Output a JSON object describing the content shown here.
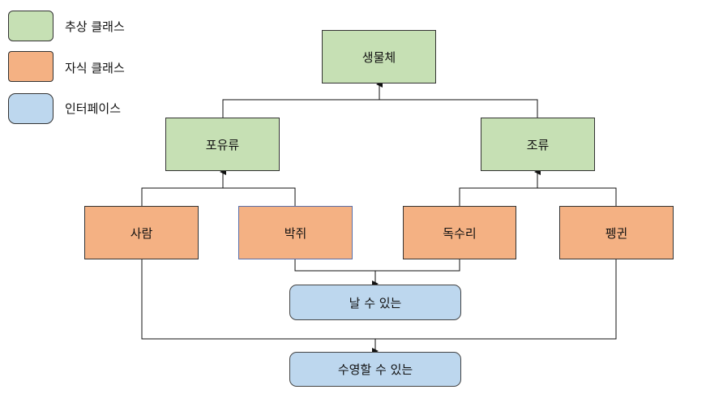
{
  "legend": {
    "abstract": {
      "label": "추상 클래스",
      "color": "#c6e0b4"
    },
    "child": {
      "label": "자식 클래스",
      "color": "#f4b183"
    },
    "interface": {
      "label": "인터페이스",
      "color": "#bdd7ee"
    }
  },
  "nodes": {
    "organism": "생물체",
    "mammal": "포유류",
    "bird": "조류",
    "human": "사람",
    "bat": "박쥐",
    "eagle": "독수리",
    "penguin": "펭귄",
    "can_fly": "날 수 있는",
    "can_swim": "수영할 수 있는"
  }
}
